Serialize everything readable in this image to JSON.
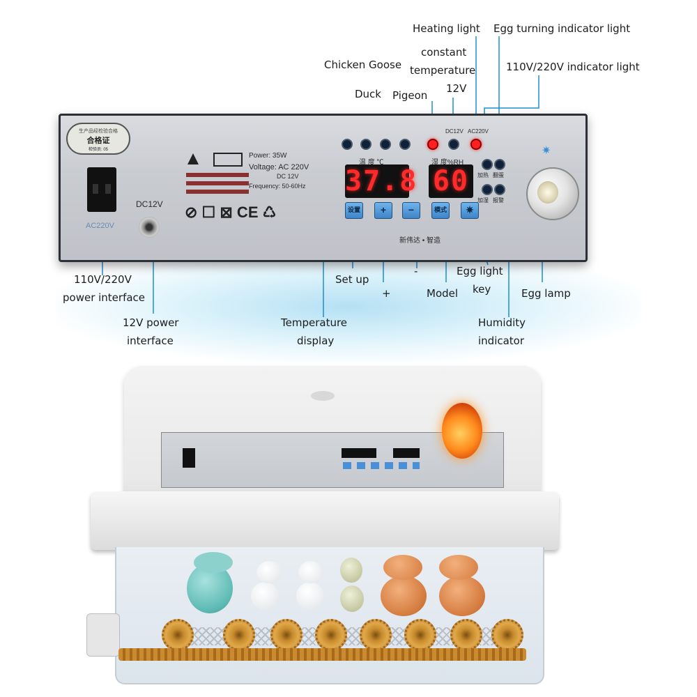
{
  "callouts": {
    "heating_light": "Heating light",
    "egg_turning_indicator_light": "Egg turning indicator light",
    "constant_temperature_line1": "constant",
    "constant_temperature_line2": "temperature",
    "volt_indicator_light": "110V/220V indicator light",
    "chicken_goose": "Chicken Goose",
    "duck": "Duck",
    "pigeon": "Pigeon",
    "twelve_v": "12V",
    "power_interface_line1": "110V/220V",
    "power_interface_line2": "power interface",
    "twelve_v_power_line1": "12V power",
    "twelve_v_power_line2": "interface",
    "set_up": "Set up",
    "plus": "+",
    "minus": "-",
    "model": "Model",
    "egg_light_key_line1": "Egg light",
    "egg_light_key_line2": "key",
    "egg_lamp": "Egg lamp",
    "temperature_display_line1": "Temperature",
    "temperature_display_line2": "display",
    "humidity_indicator_line1": "Humidity",
    "humidity_indicator_line2": "indicator"
  },
  "panel": {
    "certificate_top": "生产品经检验合格",
    "certificate_main": "合格证",
    "certificate_bottom": "检验员: 05",
    "ac_label": "AC220V",
    "dc_label": "DC12V",
    "power_spec": "Power: 35W",
    "voltage_spec": "Voltage: AC 220V",
    "dc_spec": "DC 12V",
    "frequency_spec": "Frequency: 50-60Hz",
    "temp_header": "温  度 ℃",
    "humidity_header": "湿  度%RH",
    "temp_value": "37.8",
    "humidity_value": "60",
    "btn_setup": "设置",
    "btn_plus": "+",
    "btn_minus": "−",
    "btn_model": "模式",
    "right_label_heat": "加热",
    "right_label_turn": "翻蛋",
    "right_label_humid": "加湿",
    "right_label_alarm": "报警",
    "brand": "新伟达 • 智造",
    "top_led_dc": "DC12V",
    "top_led_ac": "AC220V",
    "cert_marks": "⊘ ☐ ⊠ CE ♺"
  },
  "colors": {
    "display_digit": "#ff2a2a",
    "button_blue": "#4a90d9",
    "led_red": "#ff2020",
    "callout_line": "#1a8fd6",
    "glow": "#8fd3f0",
    "gear_orange": "#d9962f"
  }
}
